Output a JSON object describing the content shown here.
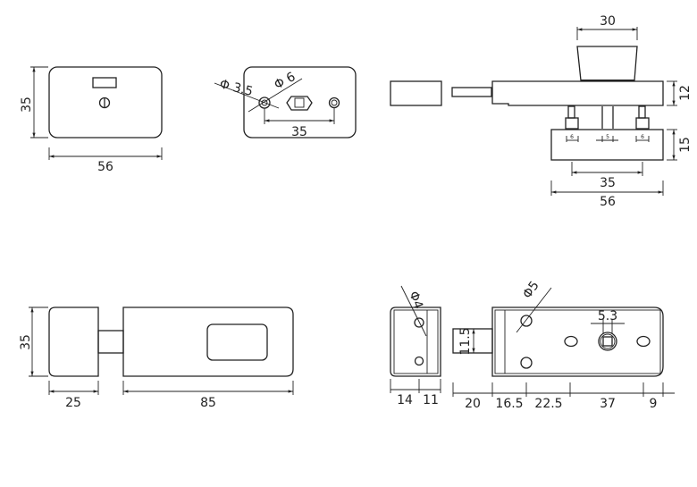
{
  "drawing": {
    "views": {
      "front_cover": {
        "height": "35",
        "width": "56"
      },
      "back_plate": {
        "hole_dia_small": "Φ 3.5",
        "hole_dia_large": "Φ 6",
        "hole_spacing": "35"
      },
      "side_section": {
        "knob_width": "30",
        "body_height": "12",
        "base_height": "15",
        "pin_left": "6",
        "pin_mid": "5",
        "pin_right": "6",
        "pin_spacing": "35",
        "base_width": "56"
      },
      "top_view": {
        "height": "35",
        "keeper_width": "25",
        "body_width": "85"
      },
      "inside_view": {
        "keeper_hole_dia": "Φ4",
        "body_hole_dia": "Φ5",
        "square_size": "5.3",
        "bolt_height": "11.5",
        "keeper_depth_a": "14",
        "keeper_depth_b": "11",
        "bolt_travel": "20",
        "offset_1": "16.5",
        "offset_2": "22.5",
        "offset_3": "37",
        "offset_4": "9"
      }
    }
  }
}
